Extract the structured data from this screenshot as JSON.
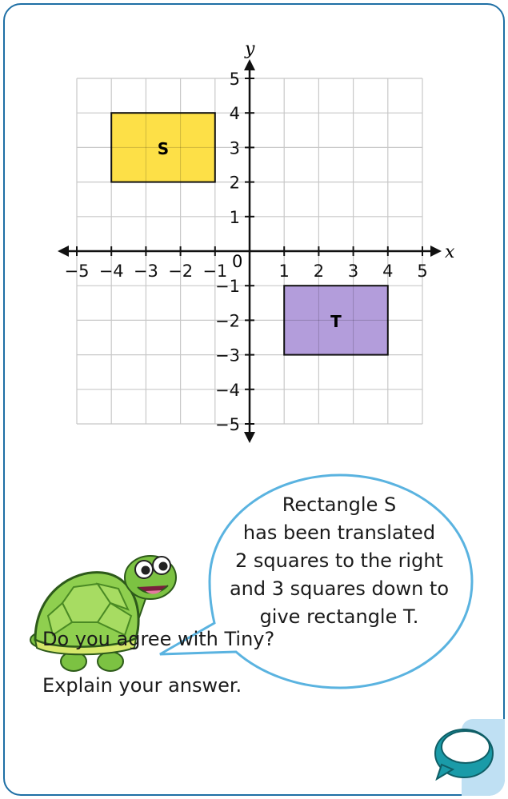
{
  "diagram": {
    "axis_x_label": "x",
    "axis_y_label": "y",
    "origin_label": "0",
    "x_ticks": [
      "−5",
      "−4",
      "−3",
      "−2",
      "−1",
      "1",
      "2",
      "3",
      "4",
      "5"
    ],
    "y_ticks": [
      "5",
      "4",
      "3",
      "2",
      "1",
      "−1",
      "−2",
      "−3",
      "−4",
      "−5"
    ],
    "rect_s_label": "S",
    "rect_t_label": "T",
    "colors": {
      "rect_s": "#fde047",
      "rect_t": "#b39ddb",
      "grid": "#c8c8c8",
      "axis": "#111111",
      "border": "#1e6fa5"
    }
  },
  "chart_data": {
    "type": "scatter",
    "x_range": [
      -5,
      5
    ],
    "y_range": [
      -5,
      5
    ],
    "grid": true,
    "shapes": [
      {
        "label": "S",
        "x_min": -4,
        "x_max": -1,
        "y_min": 2,
        "y_max": 4
      },
      {
        "label": "T",
        "x_min": 1,
        "x_max": 4,
        "y_min": -3,
        "y_max": -1
      }
    ]
  },
  "bubble": {
    "lines": [
      "Rectangle S",
      "has been translated",
      "2 squares to the right",
      "and 3 squares down to",
      "give rectangle T."
    ]
  },
  "questions": {
    "q1": "Do you agree with Tiny?",
    "q2": "Explain your answer."
  },
  "icons": {
    "mascot": "tortoise-mascot-icon",
    "discussion": "speech-bubble-icon"
  }
}
